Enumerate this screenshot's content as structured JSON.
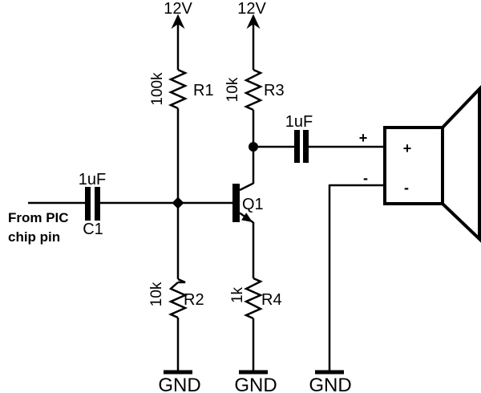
{
  "diagram": {
    "type": "circuit-schematic",
    "description": "NPN common-emitter audio amplifier driving a speaker"
  },
  "colors": {
    "wire": "#000000",
    "background": "#ffffff",
    "annotation_red": "#ed1c24"
  },
  "supplies": [
    {
      "label": "12V"
    },
    {
      "label": "12V"
    }
  ],
  "resistors": [
    {
      "ref": "R1",
      "value": "100k"
    },
    {
      "ref": "R2",
      "value": "10k"
    },
    {
      "ref": "R3",
      "value": "10k"
    },
    {
      "ref": "R4",
      "value": "1k"
    }
  ],
  "capacitors": [
    {
      "ref": "C1",
      "value": "1uF"
    },
    {
      "value": "1uF"
    }
  ],
  "transistor": {
    "ref": "Q1"
  },
  "speaker": {
    "wire_plus": "+",
    "wire_minus": "-",
    "terminal_plus": "+",
    "terminal_minus": "-"
  },
  "grounds": [
    {
      "label": "GND"
    },
    {
      "label": "GND"
    },
    {
      "label": "GND"
    }
  ],
  "annotation": {
    "line1": "From PIC",
    "line2": "chip pin"
  }
}
